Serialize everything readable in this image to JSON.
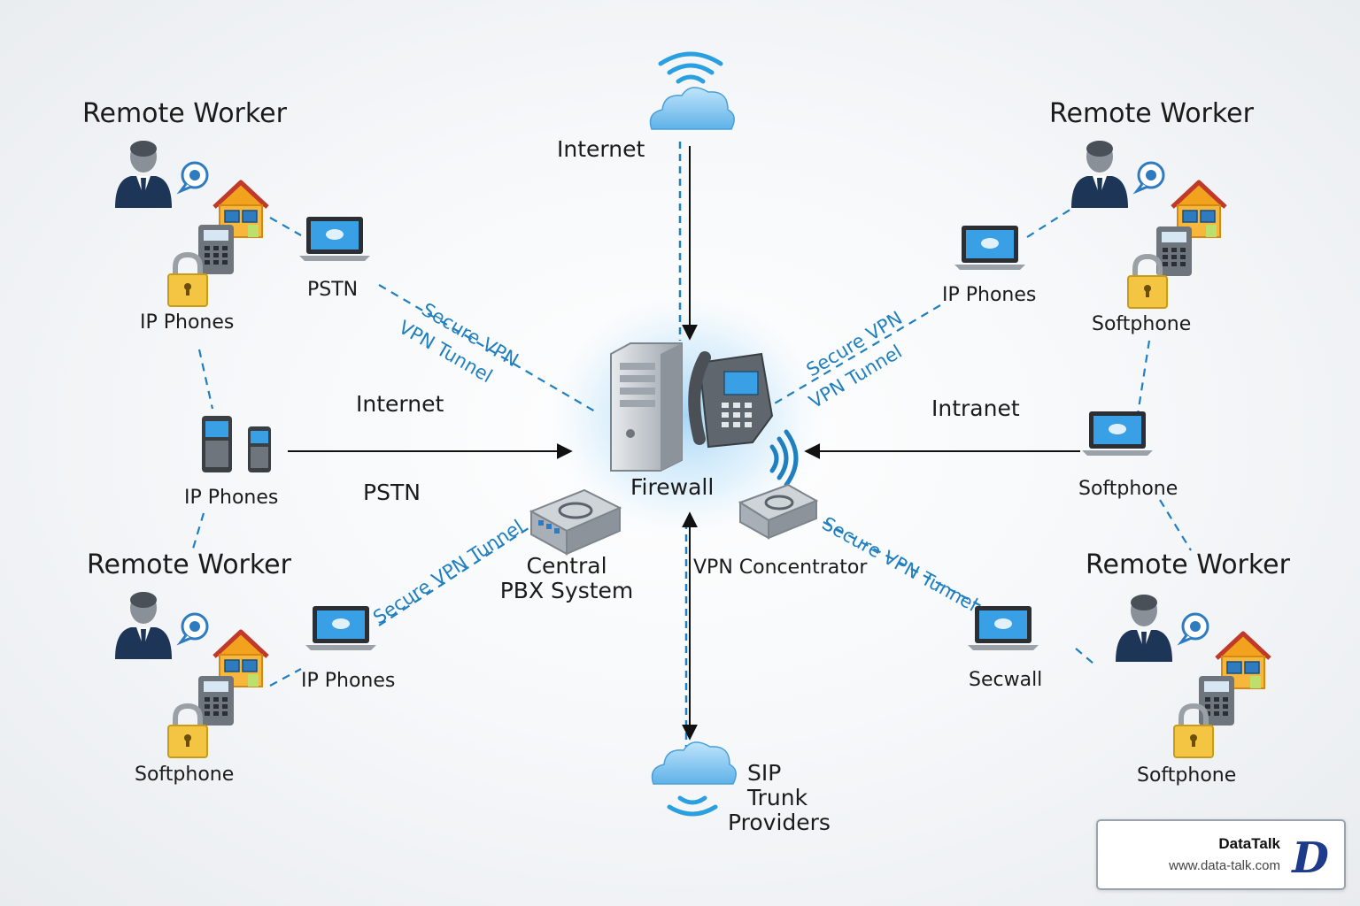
{
  "labels": {
    "remote_worker_tl": "Remote Worker",
    "remote_worker_tr": "Remote Worker",
    "remote_worker_bl": "Remote Worker",
    "remote_worker_br": "Remote Worker",
    "internet_top": "Internet",
    "internet_left": "Internet",
    "pstn_top": "PSTN",
    "pstn_mid": "PSTN",
    "ip_phones_tl": "IP Phones",
    "ip_phones_left": "IP Phones",
    "ip_phones_bl": "IP Phones",
    "ip_phones_tr": "IP Phones",
    "softphone_tr": "Softphone",
    "softphone_right": "Softphone",
    "softphone_bl": "Softphone",
    "softphone_br": "Softphone",
    "intranet": "Intranet",
    "firewall": "Firewall",
    "central_pbx_1": "Central",
    "central_pbx_2": "PBX System",
    "vpn_concentrator": "VPN Concentrator",
    "secwall": "Secwall",
    "sip_1": "SIP",
    "sip_2": "Trunk",
    "sip_3": "Providers"
  },
  "tunnels": {
    "tl_1": "Secure VPN",
    "tl_2": "VPN Tunnel",
    "tr_1": "Secure VPN",
    "tr_2": "VPN Tunnel",
    "bl": "Secure VPN Tunnel",
    "br": "Secure VPN Tunnel"
  },
  "brand": {
    "name": "DataTalk",
    "url": "www.data-talk.com",
    "logo_letter": "D"
  },
  "colors": {
    "accent_blue": "#1f7fbf",
    "cloud_blue": "#7cc3ee",
    "house_orange": "#f2a21c",
    "lock_gold": "#f4c542",
    "server_gray": "#c9ced4",
    "person_navy": "#1d3557"
  },
  "icons": [
    "person-icon",
    "house-icon",
    "lock-icon",
    "deskphone-icon",
    "laptop-icon",
    "cloud-icon",
    "server-icon",
    "router-icon",
    "wifi-icon",
    "chat-bubble-icon",
    "mobile-phone-icon"
  ]
}
